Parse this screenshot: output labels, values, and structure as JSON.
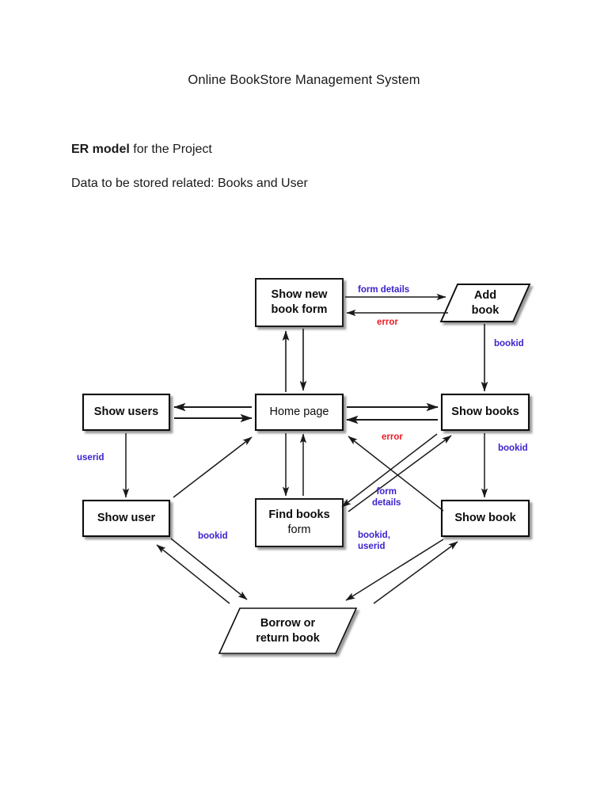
{
  "document": {
    "title": "Online BookStore Management System",
    "paragraphs": [
      {
        "bold_lead": "ER model",
        "rest": " for the Project"
      },
      {
        "bold_lead": "",
        "rest": "Data to be stored related: Books and User"
      }
    ]
  },
  "diagram": {
    "name": "er-model-flow-diagram",
    "nodes": [
      {
        "id": "show-new-book-form",
        "shape": "rectangle",
        "line1": "Show new",
        "line2": "book form"
      },
      {
        "id": "add-book",
        "shape": "parallelogram",
        "line1": "Add",
        "line2": "book"
      },
      {
        "id": "show-users",
        "shape": "rectangle",
        "line1": "Show users",
        "line2": ""
      },
      {
        "id": "home-page",
        "shape": "rectangle",
        "line1": "Home page",
        "line2": ""
      },
      {
        "id": "show-books",
        "shape": "rectangle",
        "line1": "Show books",
        "line2": ""
      },
      {
        "id": "show-user",
        "shape": "rectangle",
        "line1": "Show user",
        "line2": ""
      },
      {
        "id": "find-books-form",
        "shape": "rectangle",
        "line1": "Find books",
        "line2": "form"
      },
      {
        "id": "show-book",
        "shape": "rectangle",
        "line1": "Show book",
        "line2": ""
      },
      {
        "id": "borrow-or-return-book",
        "shape": "parallelogram",
        "line1": "Borrow or",
        "line2": "return book"
      }
    ],
    "edge_labels": [
      {
        "id": "form-details-top",
        "text": "form details",
        "color": "blue"
      },
      {
        "id": "error-top",
        "text": "error",
        "color": "red"
      },
      {
        "id": "bookid-add-book",
        "text": "bookid",
        "color": "blue"
      },
      {
        "id": "userid-show-users",
        "text": "userid",
        "color": "blue"
      },
      {
        "id": "error-middle",
        "text": "error",
        "color": "red"
      },
      {
        "id": "bookid-show-books",
        "text": "bookid",
        "color": "blue"
      },
      {
        "id": "form-details-middle",
        "text": "form\ndetails",
        "color": "blue"
      },
      {
        "id": "bookid-show-user",
        "text": "bookid",
        "color": "blue"
      },
      {
        "id": "bookid-userid",
        "text": "bookid,\nuserid",
        "color": "blue"
      }
    ],
    "colors": {
      "label_blue": "#3a22cf",
      "label_red": "#ed1b24",
      "stroke": "#1a1a1a",
      "node_fill": "#ffffff",
      "shadow": "#9a9a9a"
    }
  }
}
